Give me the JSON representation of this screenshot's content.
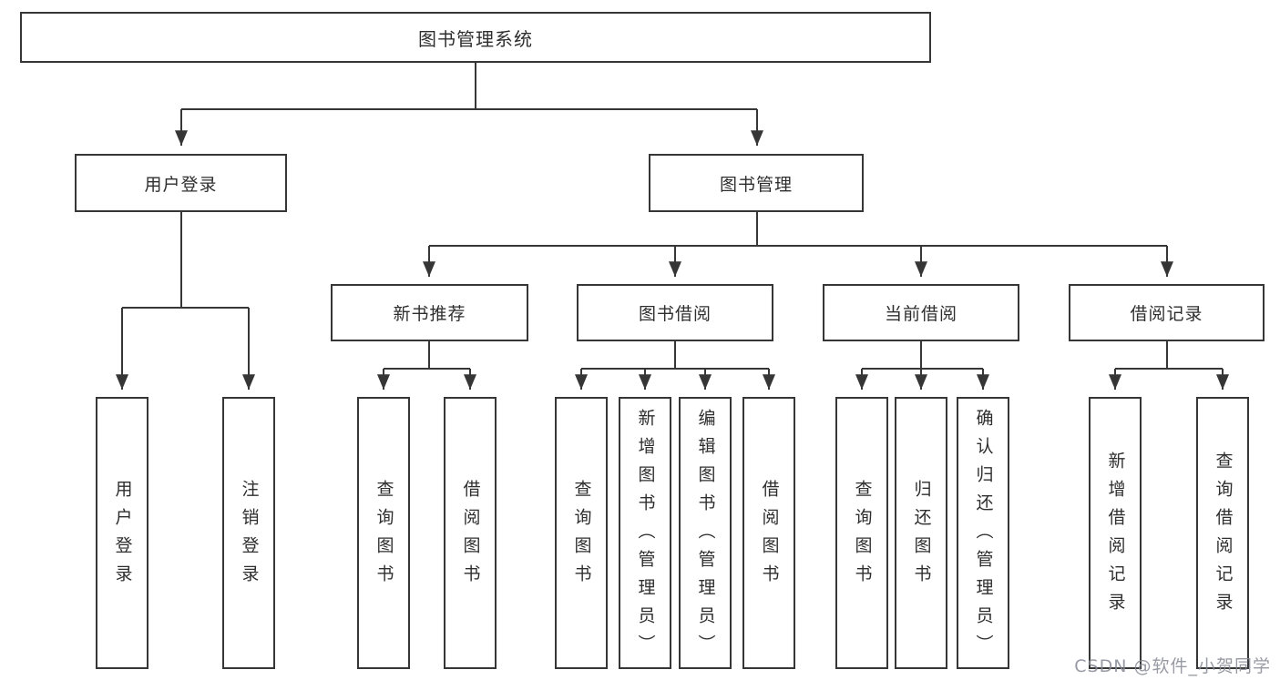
{
  "diagram": {
    "root_label": "图书管理系统",
    "level2": {
      "user_login": "用户登录",
      "book_mgmt": "图书管理"
    },
    "level3": {
      "new_book_rec": "新书推荐",
      "book_borrow": "图书借阅",
      "current_borrow": "当前借阅",
      "borrow_records": "借阅记录"
    },
    "leaves": {
      "login": "用户登录",
      "logout": "注销登录",
      "rec_query": "查询图书",
      "rec_borrow": "借阅图书",
      "bb_query": "查询图书",
      "bb_add": "新增图书（管理员）",
      "bb_edit": "编辑图书（管理员）",
      "bb_borrow": "借阅图书",
      "cb_query": "查询图书",
      "cb_return": "归还图书",
      "cb_confirm": "确认归还（管理员）",
      "br_add": "新增借阅记录",
      "br_query": "查询借阅记录"
    },
    "watermark": "CSDN @软件_小贺同学",
    "colors": {
      "line": "#363636",
      "border": "#363636",
      "text": "#2e2e2e",
      "watermark_text": "#868a94",
      "background": "#ffffff"
    }
  }
}
